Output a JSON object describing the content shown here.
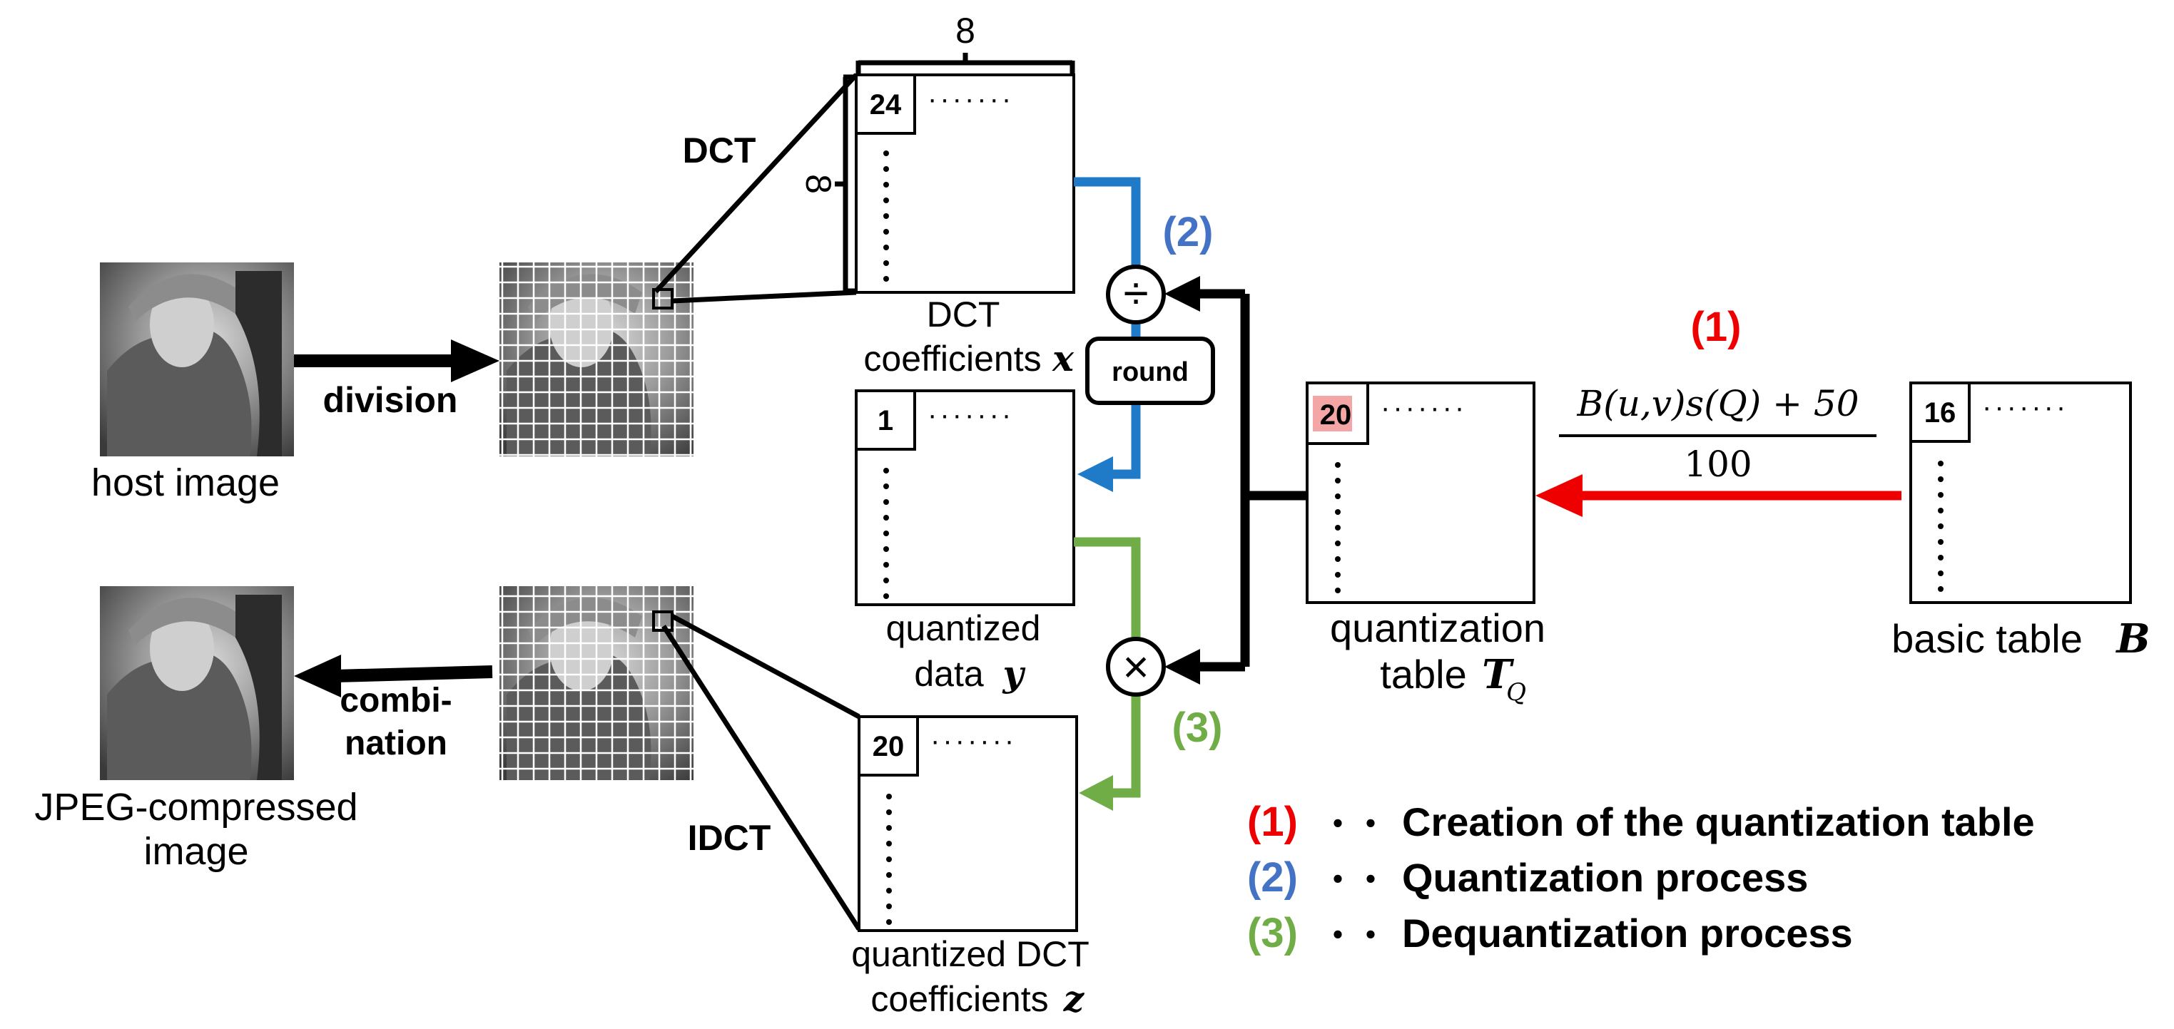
{
  "colors": {
    "step1": "#ee0000",
    "step2": "#4472c4",
    "step2_line": "#1f7ac8",
    "step3": "#70ad47",
    "highlight": "#f4a6a6",
    "ink": "#000000"
  },
  "images": {
    "host": {
      "label": "host image"
    },
    "jpeg": {
      "label_line1": "JPEG-compressed",
      "label_line2": "image"
    }
  },
  "arrows": {
    "division": "division",
    "combination_line1": "combi-",
    "combination_line2": "nation",
    "dct": "DCT",
    "idct": "IDCT"
  },
  "block_size": {
    "top": "8",
    "side": "8"
  },
  "matrices": {
    "dct": {
      "first_value": "24",
      "label_line1": "DCT",
      "label_line2": "coefficients",
      "label_var": "x"
    },
    "quantized": {
      "first_value": "1",
      "label_line1": "quantized",
      "label_line2": "data",
      "label_var": "y"
    },
    "dequantized": {
      "first_value": "20",
      "label_line1": "quantized DCT",
      "label_line2": "coefficients",
      "label_var": "z"
    },
    "qtable": {
      "first_value": "20",
      "label_line1": "quantization",
      "label_line2": "table",
      "label_var": "T",
      "label_sub": "Q"
    },
    "basic": {
      "first_value": "16",
      "label_text": "basic table",
      "label_var": "B"
    }
  },
  "operators": {
    "divide": "÷",
    "multiply": "×",
    "round": "round"
  },
  "formula": {
    "numerator": "B(u,v)s(Q) + 50",
    "denominator": "100"
  },
  "steps": {
    "s1": "(1)",
    "s2": "(2)",
    "s3": "(3)"
  },
  "legend": [
    {
      "num": "(1)",
      "sep": "・・",
      "text": "Creation of the quantization table",
      "color": "step1"
    },
    {
      "num": "(2)",
      "sep": "・・",
      "text": "Quantization process",
      "color": "step2"
    },
    {
      "num": "(3)",
      "sep": "・・",
      "text": "Dequantization process",
      "color": "step3"
    }
  ]
}
